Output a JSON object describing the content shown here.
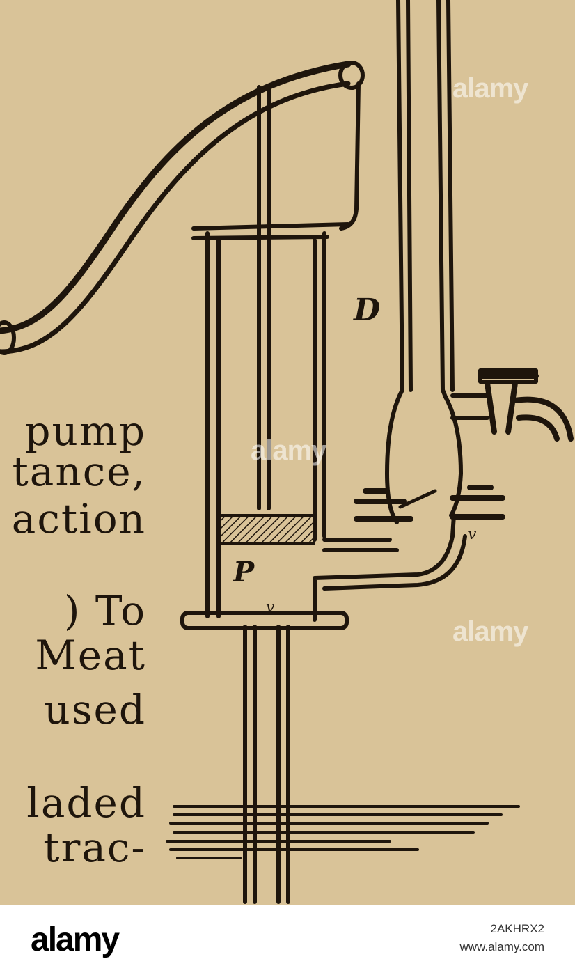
{
  "text_fragments": [
    "pump",
    "tance,",
    "action",
    ") To",
    "Meat",
    "used",
    "laded",
    "trac-"
  ],
  "labels": {
    "d": "D",
    "p": "P",
    "v_bottom": "v",
    "v_side": "v"
  },
  "watermark": "alamy",
  "footer": {
    "logo": "alamy",
    "image_id": "2AKHRX2",
    "site": "www.alamy.com"
  },
  "colors": {
    "paper": "#d9c398",
    "ink": "#1e150c",
    "footer_bg": "#ffffff"
  }
}
